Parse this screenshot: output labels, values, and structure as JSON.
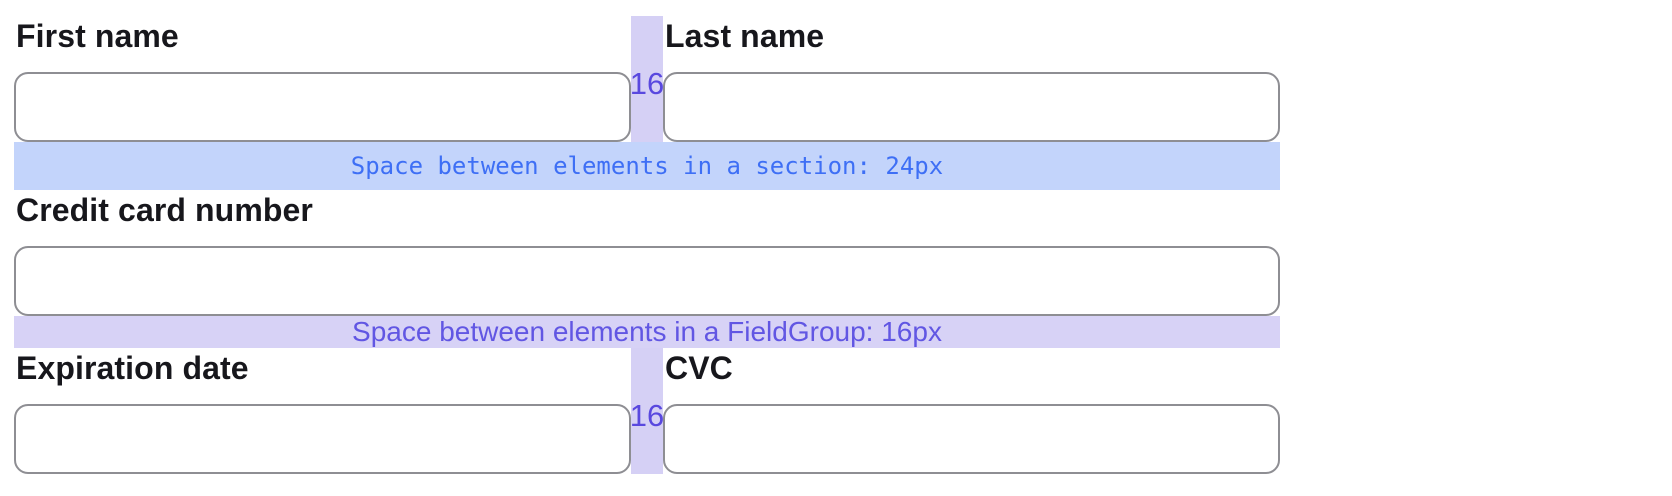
{
  "fields": {
    "first_name": {
      "label": "First name",
      "value": "",
      "placeholder": ""
    },
    "last_name": {
      "label": "Last name",
      "value": "",
      "placeholder": ""
    },
    "card_number": {
      "label": "Credit card number",
      "value": "",
      "placeholder": ""
    },
    "expiration_date": {
      "label": "Expiration date",
      "value": "",
      "placeholder": ""
    },
    "cvc": {
      "label": "CVC",
      "value": "",
      "placeholder": ""
    }
  },
  "annotations": {
    "section_spacer": {
      "text": "Space between elements in a section: 24px"
    },
    "fieldgroup_spacer": {
      "text": "Space between elements in a FieldGroup: 16px"
    },
    "column_gap_top": {
      "text": "16"
    },
    "column_gap_bottom": {
      "text": "16"
    }
  },
  "colors": {
    "label_text": "#17171c",
    "input_border": "#8e8e93",
    "section_spacer_bg": "#c3d4fb",
    "section_spacer_text": "#3e6ff5",
    "group_spacer_bg": "#d7d2f6",
    "group_spacer_text": "#6156e3",
    "gap_strip_bg": "#d5d0f5",
    "gap_label_text": "#5948df"
  }
}
